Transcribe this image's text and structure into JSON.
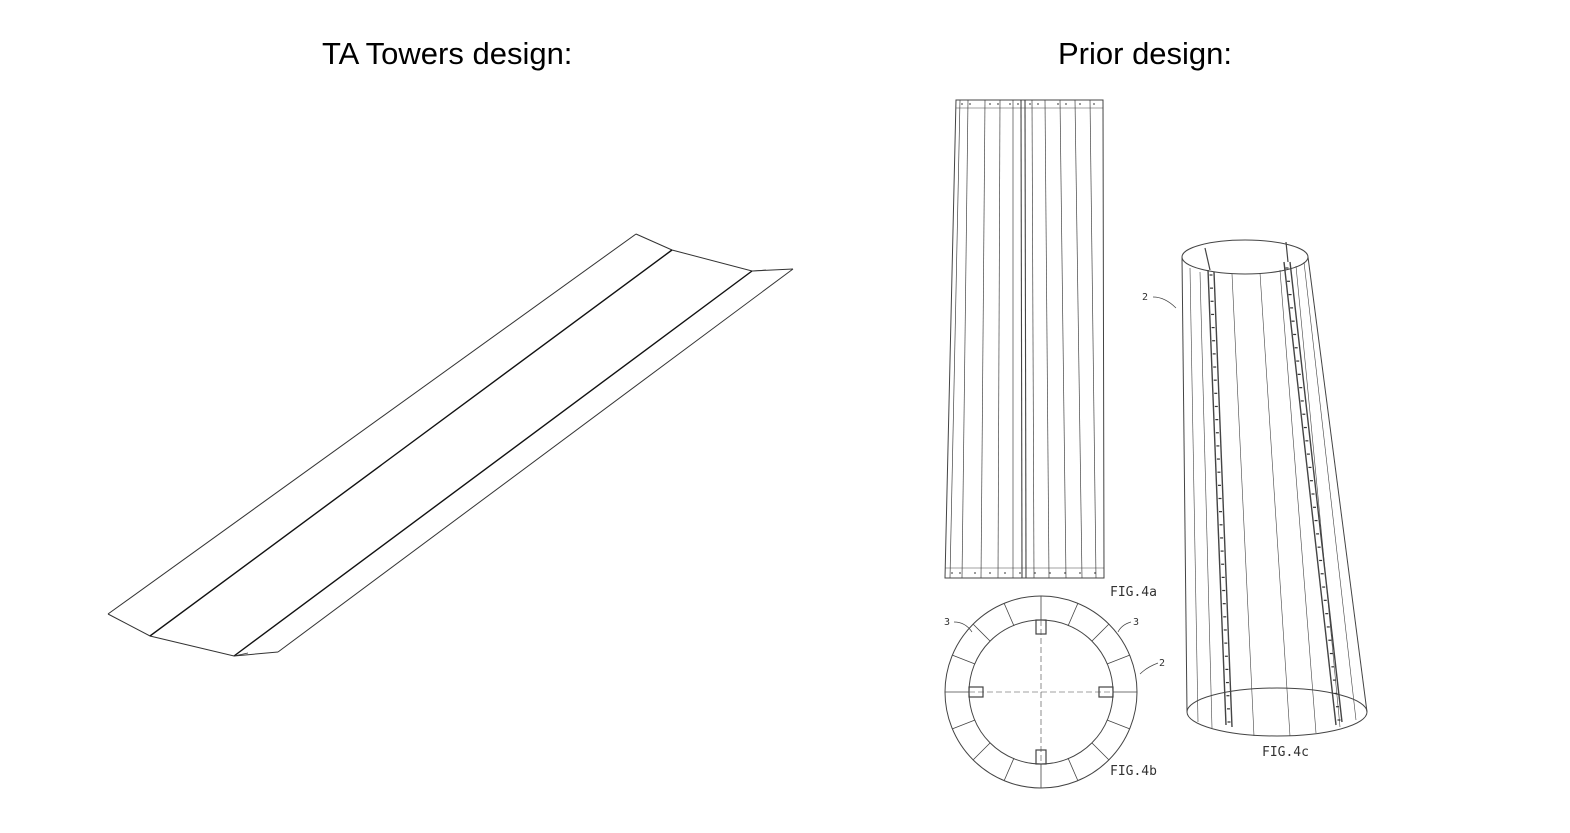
{
  "headings": {
    "left": "TA Towers design:",
    "right": "Prior design:"
  },
  "figures": {
    "fig4a": "FIG.4a",
    "fig4b": "FIG.4b",
    "fig4c": "FIG.4c"
  },
  "callouts": {
    "fig4b_left": "3",
    "fig4b_right_top": "3",
    "fig4b_right": "2",
    "fig4c_left": "2"
  },
  "colors": {
    "ink": "#000000",
    "background": "#ffffff"
  }
}
